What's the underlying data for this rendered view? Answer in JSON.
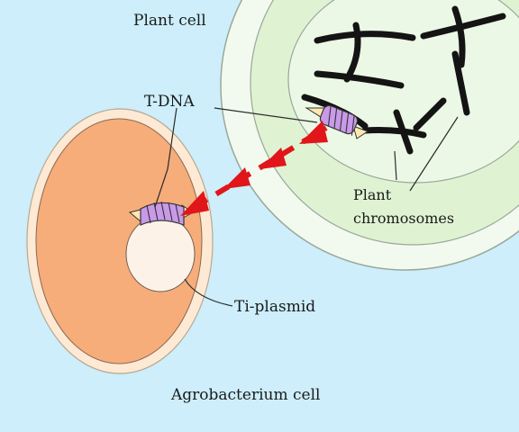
{
  "labels": {
    "plant_cell": "Plant cell",
    "t_dna": "T-DNA",
    "plant_chromosomes_line1": "Plant",
    "plant_chromosomes_line2": "chromosomes",
    "ti_plasmid": "Ti-plasmid",
    "agrobacterium_cell": "Agrobacterium cell"
  },
  "colors": {
    "background": "#cdeefa",
    "plant_cell_wall": "#f2faf0",
    "plant_cytoplasm": "#dff2d2",
    "plant_nucleus": "#ecf8e6",
    "bacterium_outer": "#fde9d4",
    "bacterium_body": "#f6ad7a",
    "plasmid": "#fdf2e8",
    "t_dna": "#c99ae8",
    "transfer_arrows": "#e0161b",
    "chromosomes": "#141414"
  }
}
